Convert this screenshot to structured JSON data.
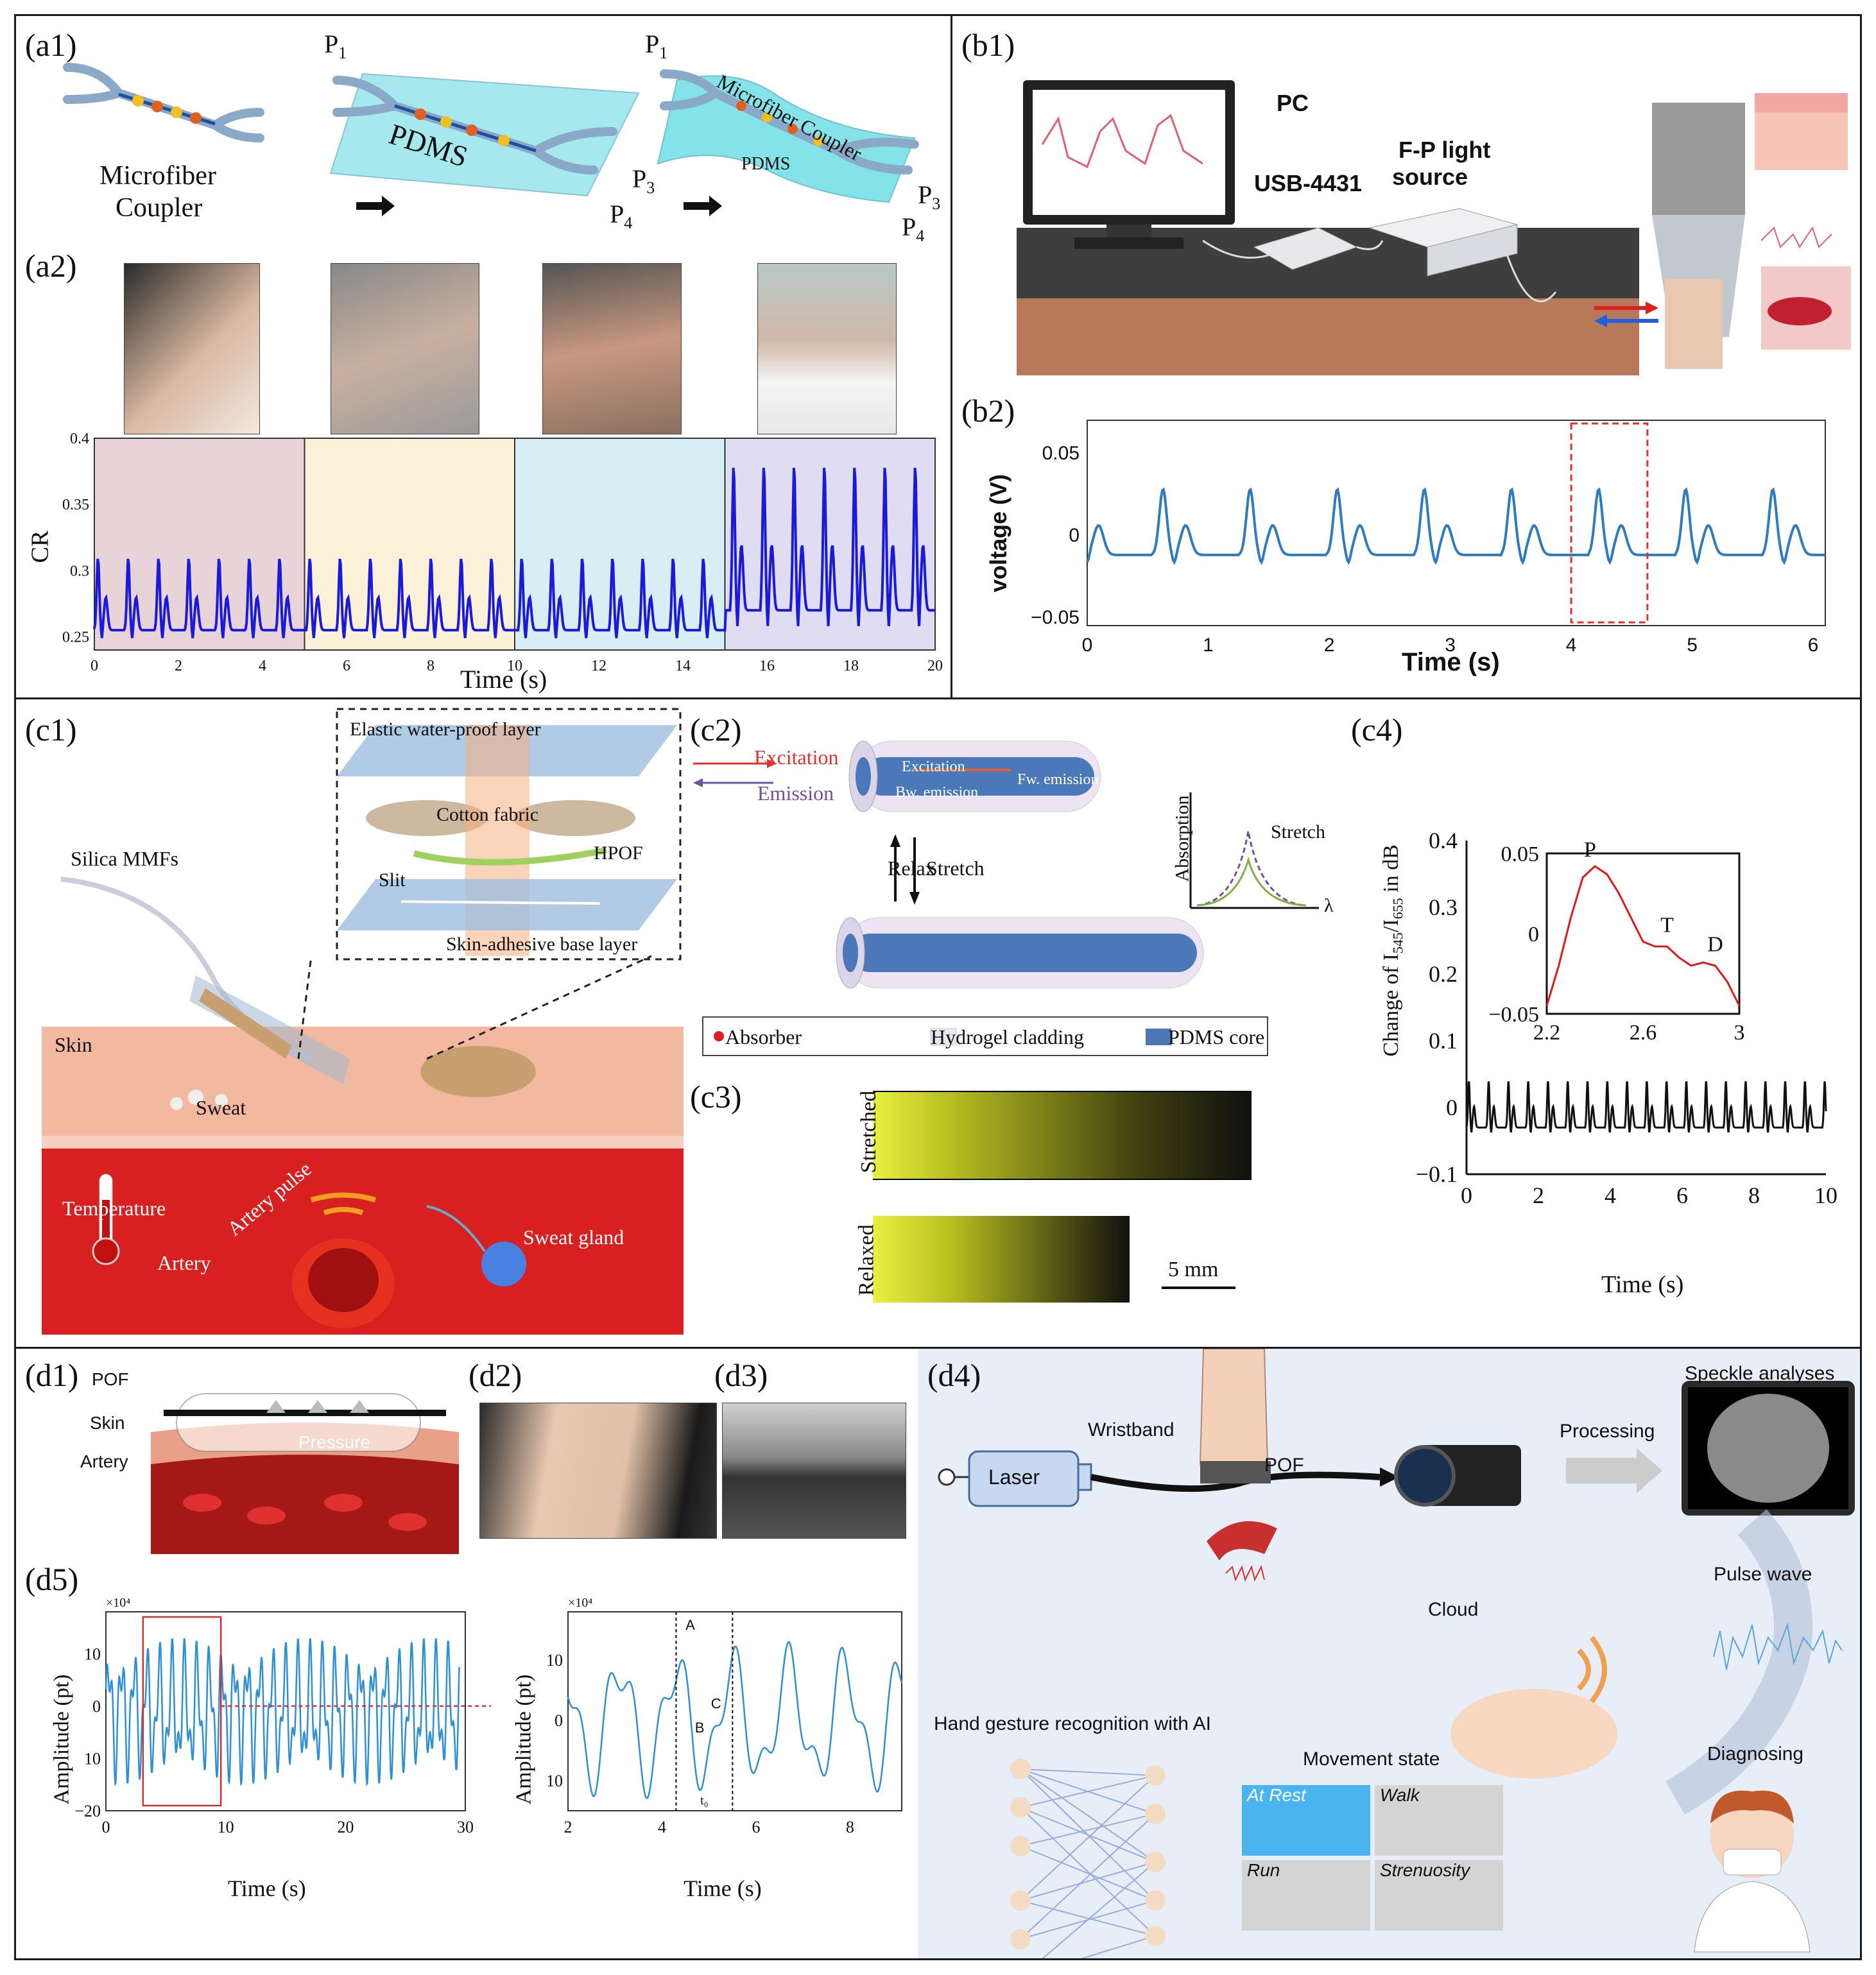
{
  "panels": {
    "a": {
      "a1_label": "(a1)",
      "a2_label": "(a2)",
      "microfiber_coupler": [
        "Microfiber",
        "Coupler"
      ],
      "pdms": "PDMS",
      "pdms_small": "PDMS",
      "microfiber_coupler_curved": "Microfiber Coupler",
      "ports": {
        "p1": "P",
        "p1_sub": "1",
        "p3": "P",
        "p3_sub": "3",
        "p4": "P",
        "p4_sub": "4"
      },
      "chart": {
        "ylabel": "CR",
        "xlabel": "Time (s)",
        "yticks": [
          "0.4",
          "0.35",
          "0.3",
          "0.25"
        ],
        "xticks": [
          "0",
          "2",
          "4",
          "6",
          "8",
          "10",
          "12",
          "14",
          "16",
          "18",
          "20"
        ]
      }
    },
    "b": {
      "b1_label": "(b1)",
      "b2_label": "(b2)",
      "pc": "PC",
      "usb": "USB-4431",
      "fp_source": [
        "F-P light",
        "source"
      ],
      "chart": {
        "ylabel": "voltage (V)",
        "xlabel": "Time (s)",
        "yticks": [
          "0.05",
          "0",
          "−0.05"
        ],
        "xticks": [
          "0",
          "1",
          "2",
          "3",
          "4",
          "5",
          "6"
        ]
      }
    },
    "c": {
      "c1_label": "(c1)",
      "c2_label": "(c2)",
      "c3_label": "(c3)",
      "c4_label": "(c4)",
      "elastic_layer": "Elastic water-proof layer",
      "cotton": "Cotton fabric",
      "hpof": "HPOF",
      "slit": "Slit",
      "skin_base": "Skin-adhesive base layer",
      "silica": "Silica MMFs",
      "skin": "Skin",
      "sweat": "Sweat",
      "temperature": "Temperature",
      "artery_pulse": "Artery pulse",
      "artery": "Artery",
      "sweat_gland": "Sweat gland",
      "excitation": "Excitation",
      "emission": "Emission",
      "excitation_inner": "Excitation",
      "fw_emission": "Fw. emission",
      "bw_emission": "Bw. emission",
      "relax": "Relax",
      "stretch": "Stretch",
      "absorption": "Absorption",
      "stretch_arrow": "Stretch",
      "lambda": "λ",
      "legend": [
        "Absorber",
        "Hydrogel cladding",
        "PDMS core"
      ],
      "stretched": "Stretched",
      "relaxed": "Relaxed",
      "scale": "5 mm",
      "chart": {
        "ylabel": "Change of I",
        "ylabel_sub1": "545",
        "ylabel_mid": "/I",
        "ylabel_sub2": "655",
        "ylabel_end": " in dB",
        "xlabel": "Time (s)",
        "yticks": [
          "0.4",
          "0.3",
          "0.2",
          "0.1",
          "0",
          "−0.1"
        ],
        "xticks": [
          "0",
          "2",
          "4",
          "6",
          "8",
          "10"
        ],
        "inset_yticks": [
          "0.05",
          "0",
          "−0.05"
        ],
        "inset_xticks": [
          "2.2",
          "2.6",
          "3"
        ],
        "inset_peaks": [
          "P",
          "T",
          "D"
        ]
      }
    },
    "d": {
      "d1_label": "(d1)",
      "d2_label": "(d2)",
      "d3_label": "(d3)",
      "d4_label": "(d4)",
      "d5_label": "(d5)",
      "pof": "POF",
      "skin": "Skin",
      "pressure": "Pressure",
      "artery": "Artery",
      "laser": "Laser",
      "wristband": "Wristband",
      "pof2": "POF",
      "processing": "Processing",
      "speckle": "Speckle analyses",
      "pulse_wave": "Pulse wave",
      "cloud": "Cloud",
      "hand_gesture": "Hand gesture recognition with AI",
      "movement_state": "Movement state",
      "states": [
        "At Rest",
        "Walk",
        "Run",
        "Strenuosity"
      ],
      "diagnosing": "Diagnosing",
      "chart_left": {
        "ylabel": "Amplitude (pt)",
        "xlabel": "Time (s)",
        "scale": "×10⁴",
        "yticks": [
          "10",
          "0",
          "10",
          "−20"
        ],
        "xticks": [
          "0",
          "10",
          "20",
          "30"
        ]
      },
      "chart_right": {
        "ylabel": "Amplitude (pt)",
        "xlabel": "Time (s)",
        "scale": "×10⁴",
        "yticks": [
          "10",
          "0",
          "10"
        ],
        "xticks": [
          "2",
          "4",
          "6",
          "8"
        ],
        "points": [
          "A",
          "B",
          "C"
        ],
        "t0": "t₀"
      }
    }
  },
  "colors": {
    "signal_blue": "#1a1ad8",
    "signal_b2": "#2e7bc0",
    "signal_c4": "#111111",
    "inset_red": "#e01818",
    "d5_blue": "#2d8fd6",
    "seg1": "#e8d3d8",
    "seg2": "#fbf0d8",
    "seg3": "#d8eef5",
    "seg4": "#e0dcf2"
  }
}
